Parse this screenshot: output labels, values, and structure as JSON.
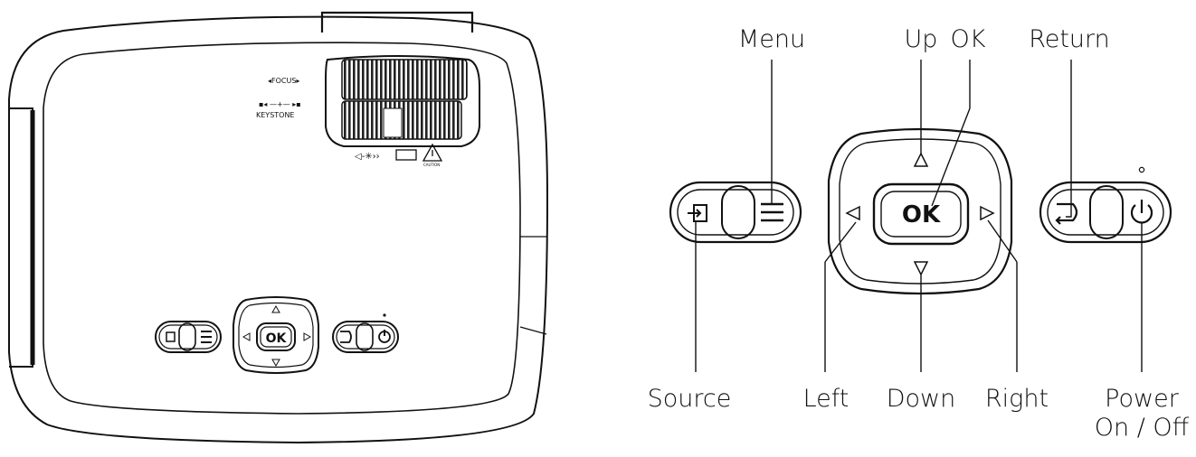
{
  "projector": {
    "focus_label": "◂FOCUS▸",
    "keystone_label": "KEYSTONE",
    "caution_label": "CAUTION",
    "ok_label": "OK"
  },
  "keypad": {
    "ok_label": "OK"
  },
  "callouts": {
    "menu": "Menu",
    "up": "Up",
    "ok": "OK",
    "return": "Return",
    "source": "Source",
    "left": "Left",
    "down": "Down",
    "right": "Right",
    "power_line1": "Power",
    "power_line2": "On / Off"
  },
  "colors": {
    "stroke": "#111111",
    "background": "#ffffff"
  }
}
